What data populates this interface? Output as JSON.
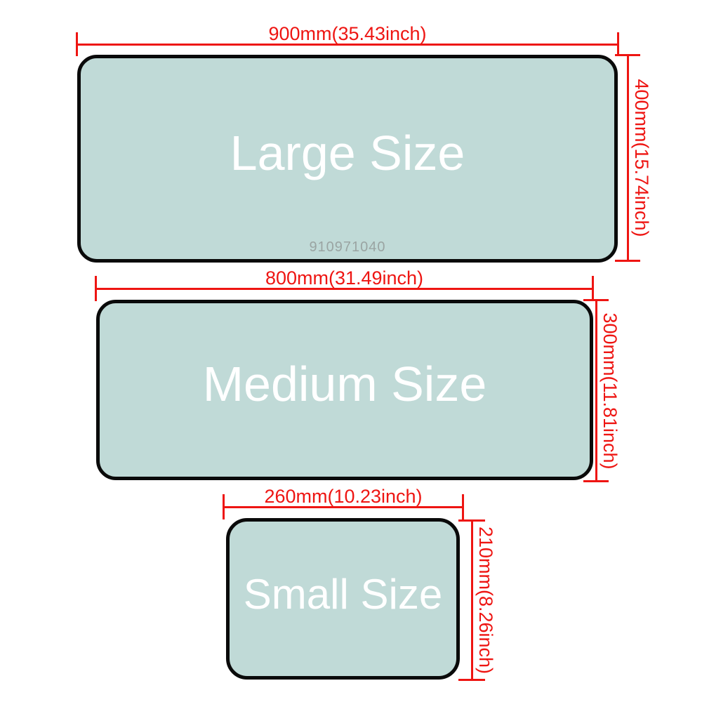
{
  "watermark": "910971040",
  "colors": {
    "pad-fill": "#c0dad7",
    "pad-border": "#0a0a0a",
    "dim-color": "#ee1512",
    "label-color": "#ffffff",
    "watermark-color": "#9aa4a2"
  },
  "pads": [
    {
      "name": "large",
      "label": "Large Size",
      "width_label": "900mm(35.43inch)",
      "height_label": "400mm(15.74inch)"
    },
    {
      "name": "medium",
      "label": "Medium Size",
      "width_label": "800mm(31.49inch)",
      "height_label": "300mm(11.81inch)"
    },
    {
      "name": "small",
      "label": "Small Size",
      "width_label": "260mm(10.23inch)",
      "height_label": "210mm(8.26inch)"
    }
  ]
}
